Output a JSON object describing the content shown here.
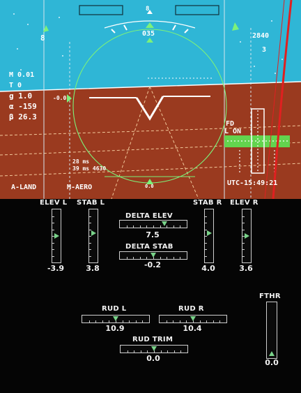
{
  "pfd": {
    "colors": {
      "sky": "#2fb6d6",
      "ground": "#9a3a1f",
      "symbol": "#ffffff",
      "accent": "#7cf27a",
      "fd_bar": "#63d44e",
      "warning": "#e02020"
    },
    "heading_readout": "035",
    "heading_top_mark": "8",
    "airspeed_top": "8",
    "altitude_top": "2840",
    "altitude_sub": "3",
    "mach": "M  0.01",
    "flight_mode": "T   0",
    "g_load": "g  1.0",
    "alpha": "α  -159",
    "beta": "β  26.3",
    "pitch_marker": "-0.0",
    "timer_1": "28  ms",
    "timer_2": "39  ms  4630",
    "bottom_marker": "0.0",
    "fd_label_1": "FD",
    "fd_label_2": "L ON",
    "mode_left": "A-LAND",
    "mode_right": "M-AERO",
    "clock": "UTC-15:49:21"
  },
  "surfaces": {
    "elev_l": {
      "label": "ELEV L",
      "value": "-3.9",
      "level": 0.5
    },
    "stab_l": {
      "label": "STAB L",
      "value": "3.8",
      "level": 0.55
    },
    "stab_r": {
      "label": "STAB R",
      "value": "4.0",
      "level": 0.55
    },
    "elev_r": {
      "label": "ELEV R",
      "value": "3.6",
      "level": 0.5
    },
    "delta_elev": {
      "label": "DELTA ELEV",
      "value": "7.5",
      "level": 0.67
    },
    "delta_stab": {
      "label": "DELTA STAB",
      "value": "-0.2",
      "level": 0.5
    },
    "rud_l": {
      "label": "RUD L",
      "value": "10.9",
      "level": 0.5
    },
    "rud_r": {
      "label": "RUD R",
      "value": "10.4",
      "level": 0.5
    },
    "rud_trim": {
      "label": "RUD TRIM",
      "value": "0.0",
      "level": 0.5
    },
    "fthr": {
      "label": "FTHR",
      "value": "0.0",
      "level": 0.0
    }
  }
}
